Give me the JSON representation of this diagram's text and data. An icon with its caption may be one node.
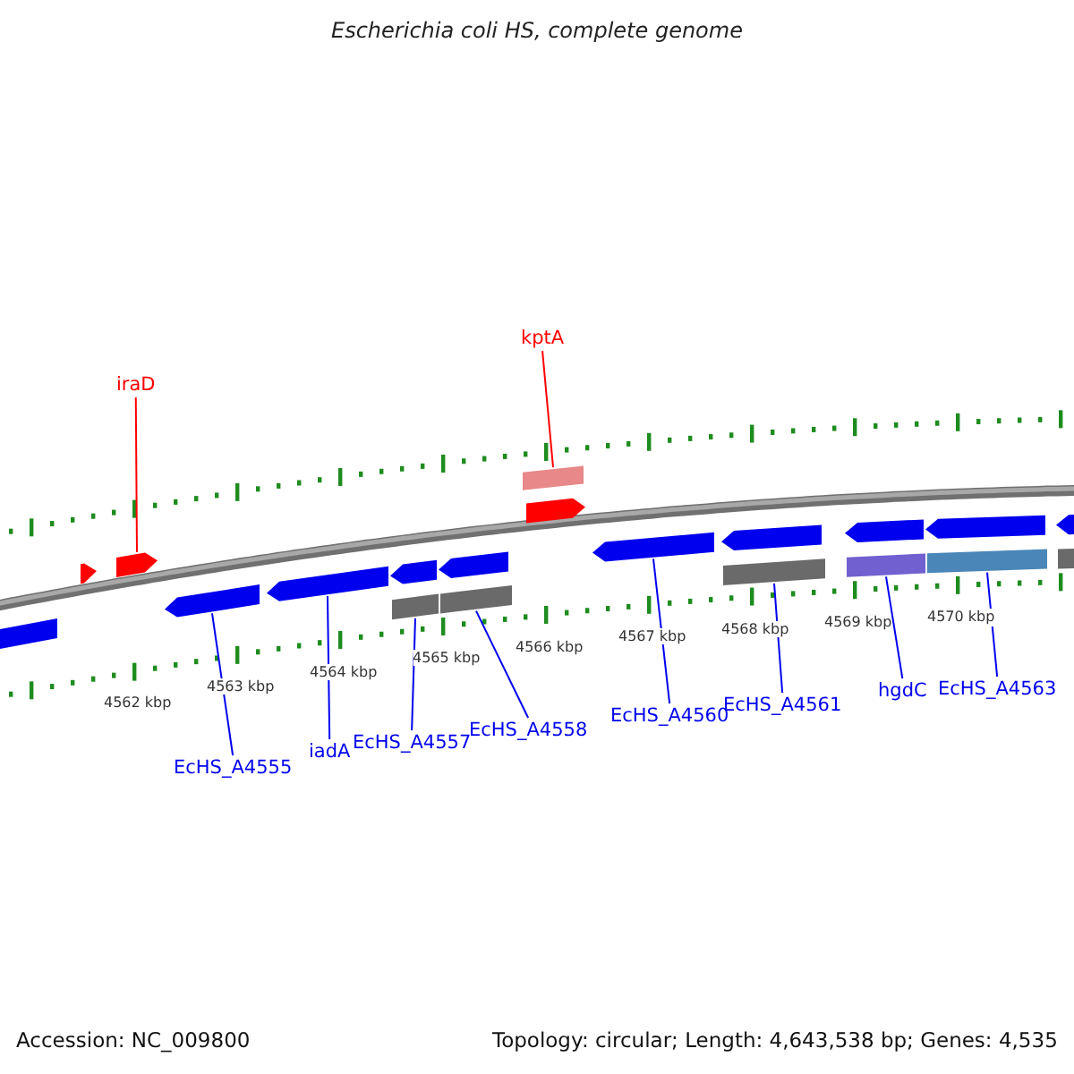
{
  "diagram": {
    "title": "Escherichia coli HS, complete genome",
    "nodes": [
      {
        "text": [
          "iraD"
        ]
      },
      {
        "text": [
          "kptA"
        ]
      },
      {
        "text": [],
        "shape": "arrow"
      },
      {
        "text": [],
        "shape": "arrow"
      },
      {
        "text": [],
        "shape": "box"
      },
      {
        "text": [],
        "shape": "arrow"
      },
      {
        "text": [],
        "shape": "box"
      },
      {
        "text": [],
        "shape": "arrow"
      },
      {
        "text": [],
        "shape": "arrow"
      },
      {
        "text": [],
        "shape": "arrow"
      },
      {
        "text": [],
        "shape": "arrow"
      },
      {
        "text": [],
        "shape": "box"
      },
      {
        "text": [],
        "shape": "box"
      },
      {
        "text": [],
        "shape": "arrow"
      },
      {
        "text": [],
        "shape": "arrow"
      },
      {
        "text": [],
        "shape": "box"
      },
      {
        "text": [],
        "shape": "arrow"
      },
      {
        "text": [],
        "shape": "arrow"
      },
      {
        "text": [],
        "shape": "box"
      },
      {
        "text": [],
        "shape": "box"
      },
      {
        "text": [],
        "shape": "arrow"
      },
      {
        "text": [],
        "shape": "box"
      },
      {
        "text": [
          "EcHS_A4555"
        ]
      },
      {
        "text": [
          "iadA"
        ]
      },
      {
        "text": [
          "EcHS_A4557"
        ]
      },
      {
        "text": [
          "EcHS_A4558"
        ]
      },
      {
        "text": [
          "EcHS_A4560"
        ]
      },
      {
        "text": [
          "EcHS_A4561"
        ]
      },
      {
        "text": [
          "hgdC"
        ]
      },
      {
        "text": [
          "EcHS_A4563"
        ]
      }
    ],
    "edges": [
      {
        "from": 0,
        "to": 3,
        "arrow": "none",
        "color": "#ff0000"
      },
      {
        "from": 1,
        "to": 4,
        "arrow": "none",
        "color": "#ff0000"
      },
      {
        "from": 22,
        "to": 7,
        "arrow": "none"
      },
      {
        "from": 23,
        "to": 8,
        "arrow": "none"
      },
      {
        "from": 24,
        "to": 11,
        "arrow": "none"
      },
      {
        "from": 25,
        "to": 12,
        "arrow": "none"
      },
      {
        "from": 26,
        "to": 13,
        "arrow": "none"
      },
      {
        "from": 27,
        "to": 15,
        "arrow": "none"
      },
      {
        "from": 28,
        "to": 18,
        "arrow": "none"
      },
      {
        "from": 29,
        "to": 19,
        "arrow": "none"
      }
    ],
    "labels": [
      "4562 kbp",
      "4563 kbp",
      "4564 kbp",
      "4565 kbp",
      "4566 kbp",
      "4567 kbp",
      "4568 kbp",
      "4569 kbp",
      "4570 kbp",
      "Accession: NC_009800",
      "Topology: circular; Length: 4,643,538 bp; Genes: 4,535"
    ]
  }
}
